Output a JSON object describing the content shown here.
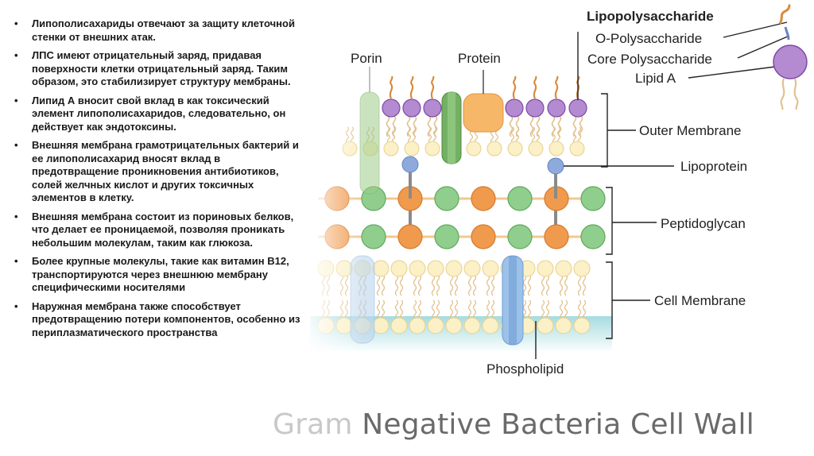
{
  "bullets": [
    "Липополисахариды отвечают за защиту клеточной стенки от внешних атак.",
    "ЛПС имеют отрицательный заряд, придавая поверхности клетки отрицательный заряд. Таким образом, это стабилизирует структуру мембраны.",
    "Липид А вносит свой вклад в как токсический элемент липополисахаридов, следовательно, он действует как эндотоксины.",
    "Внешняя мембрана грамотрицательных бактерий и ее липополисахарид вносят вклад в предотвращение проникновения антибиотиков, солей желчных кислот и других токсичных элементов в клетку.",
    "Внешняя мембрана состоит из пориновых белков, что делает ее проницаемой, позволяя проникать небольшим молекулам, таким как глюкоза.",
    "Более крупные молекулы, такие как витамин B12, транспортируются через внешнюю мембрану специфическими носителями",
    "Наружная мембрана также способствует предотвращению потери компонентов, особенно из периплазматического пространства"
  ],
  "bullet_marker": "•",
  "diagram": {
    "labels": {
      "porin": "Porin",
      "protein": "Protein",
      "lps_title": "Lipopolysaccharide",
      "o_poly": "O-Polysaccharide",
      "core_poly": "Core Polysaccharide",
      "lipid_a": "Lipid A",
      "outer_membrane": "Outer Membrane",
      "lipoprotein": "Lipoprotein",
      "peptidoglycan": "Peptidoglycan",
      "cell_membrane": "Cell Membrane",
      "phospholipid": "Phospholipid"
    },
    "title_part1": "Gram ",
    "title_part2": "Negative Bacteria Cell Wall",
    "colors": {
      "lps_purple": "#b48ad0",
      "lps_stroke": "#7e4aa6",
      "protein_orange": "#f6b768",
      "porin_green": "#9fcc8b",
      "pg_green": "#8fce8c",
      "pg_orange": "#f09a4e",
      "lipoprotein_blue": "#8ea9dc",
      "head_yellow": "#fbf0c6",
      "cytoplasm": "#9cd8dc",
      "tail_tan": "#e2c18e",
      "o_chain": "#d98b3a"
    }
  }
}
